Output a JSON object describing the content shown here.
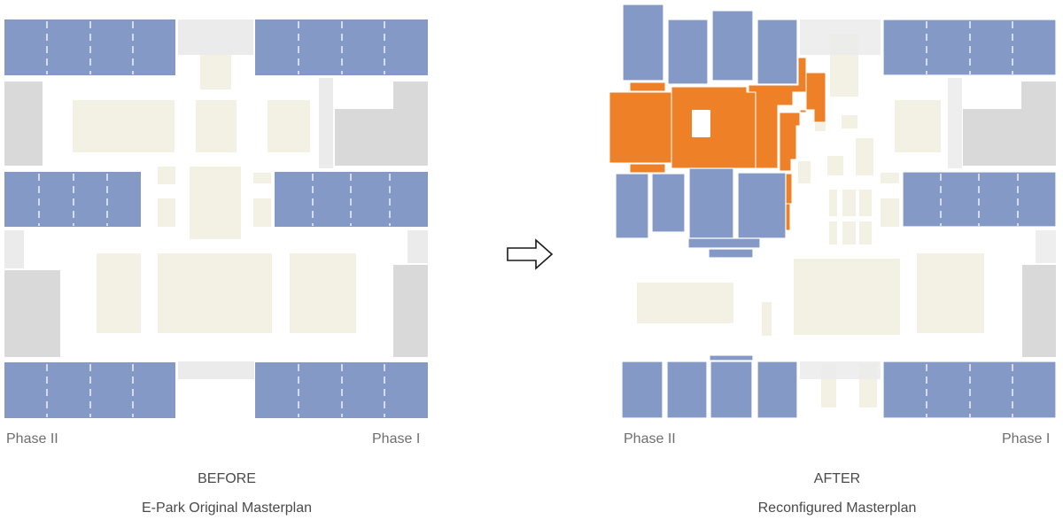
{
  "before": {
    "phase_left": "Phase II",
    "phase_right": "Phase I",
    "heading": "BEFORE",
    "subheading": "E-Park Original Masterplan"
  },
  "after": {
    "phase_left": "Phase II",
    "phase_right": "Phase I",
    "heading": "AFTER",
    "subheading": "Reconfigured Masterplan"
  },
  "icons": {
    "transition": "arrow-right-icon"
  },
  "colors": {
    "building_blue": "#8499c6",
    "building_orange": "#ee8127",
    "green_space": "#f2f1e4",
    "grey_building": "#d8d9d8",
    "light_grey": "#ebebeb",
    "divider": "#ffffff"
  }
}
